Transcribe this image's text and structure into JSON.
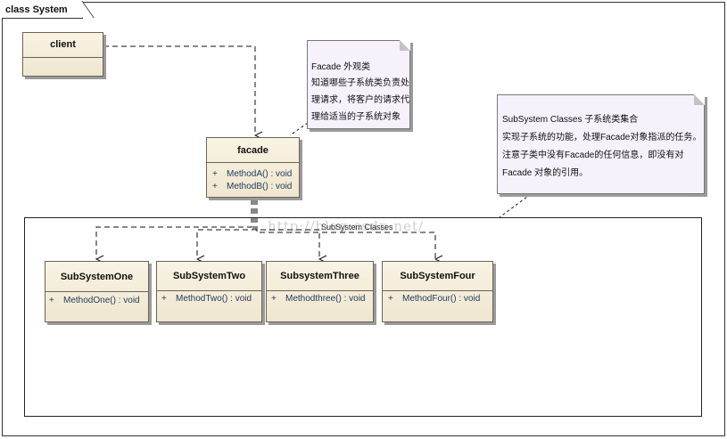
{
  "frame": {
    "title": "class System"
  },
  "watermark": "http://blog.csdn.net/",
  "package": {
    "label": "SubSystem Classes"
  },
  "classes": {
    "client": {
      "name": "client"
    },
    "facade": {
      "name": "facade",
      "ops": [
        {
          "vis": "+",
          "sig": "MethodA() : void"
        },
        {
          "vis": "+",
          "sig": "MethodB() : void"
        }
      ]
    },
    "sub1": {
      "name": "SubSystemOne",
      "ops": [
        {
          "vis": "+",
          "sig": "MethodOne() : void"
        }
      ]
    },
    "sub2": {
      "name": "SubSystemTwo",
      "ops": [
        {
          "vis": "+",
          "sig": "MethodTwo() : void"
        }
      ]
    },
    "sub3": {
      "name": "SubsystemThree",
      "ops": [
        {
          "vis": "+",
          "sig": "Methodthree() : void"
        }
      ]
    },
    "sub4": {
      "name": "SubSystemFour",
      "ops": [
        {
          "vis": "+",
          "sig": "MethodFour() : void"
        }
      ]
    }
  },
  "notes": {
    "facade_note": [
      "Facade 外观类",
      "知道哪些子系统类负责处",
      "理请求，将客户的请求代",
      "理给适当的子系统对象"
    ],
    "subsystem_note": [
      "SubSystem Classes  子系统类集合",
      "实现子系统的功能，处理Facade对象指派的任务。",
      "注意子类中没有Facade的任何信息，即没有对",
      "Facade 对象的引用。"
    ]
  }
}
